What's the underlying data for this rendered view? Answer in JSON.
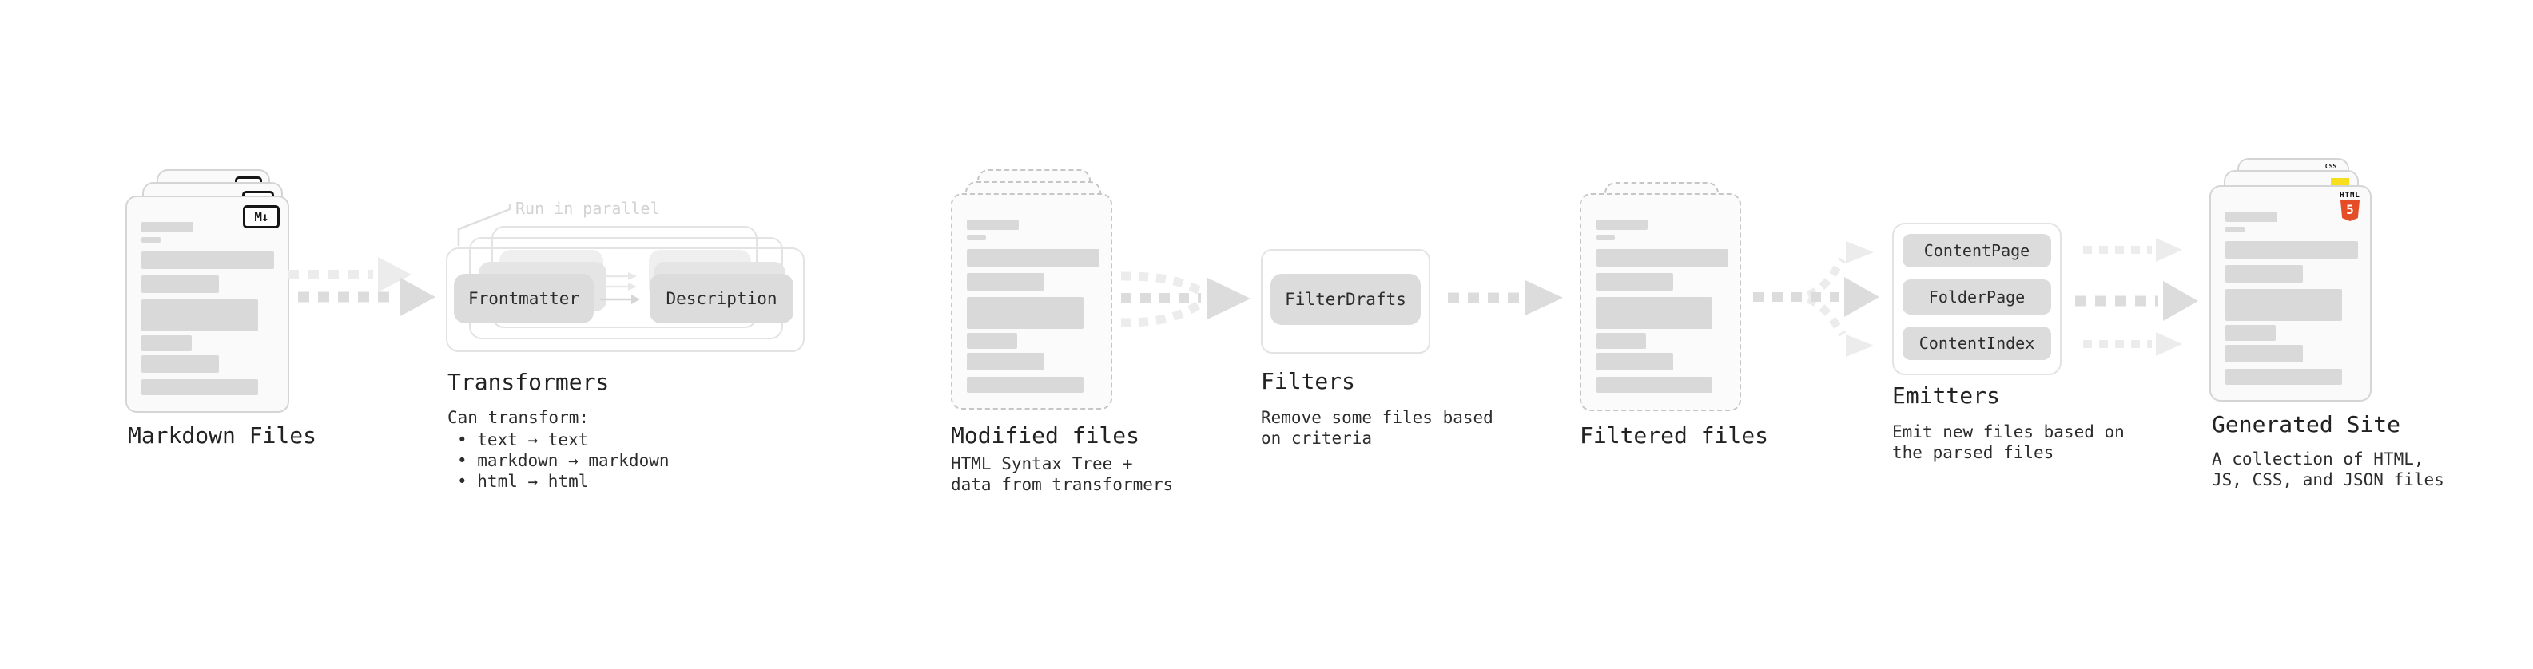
{
  "diagram": "static-site-generation-pipeline",
  "colors": {
    "card_border": "#d5d5d5",
    "dashed_border": "#c6c6c6",
    "skeleton_bar": "#d9d9d9",
    "chip_gray": "#dcdcdc",
    "arrow_gray": "#dcdcdc",
    "arrow_faint": "#ececec",
    "html_orange": "#e44d26",
    "js_yellow": "#f7df1e",
    "css_blue": "#2965f1"
  },
  "stages": {
    "markdown": {
      "label": "Markdown Files",
      "icon_label": "M↓"
    },
    "transformers": {
      "title": "Transformers",
      "annotation": "Run in parallel",
      "chip_a": "Frontmatter",
      "chip_b": "Description",
      "subtitle": "Can transform:",
      "bullets": [
        "• text → text",
        "• markdown → markdown",
        "• html → html"
      ]
    },
    "modified": {
      "label": "Modified files",
      "note_lines": [
        "HTML Syntax Tree +",
        "data from transformers"
      ]
    },
    "filters": {
      "title": "Filters",
      "chip": "FilterDrafts",
      "note_lines": [
        "Remove some files based",
        "on criteria"
      ]
    },
    "filtered": {
      "label": "Filtered files"
    },
    "emitters": {
      "title": "Emitters",
      "chips": [
        "ContentPage",
        "FolderPage",
        "ContentIndex"
      ],
      "note_lines": [
        "Emit new files based on",
        "the parsed files"
      ]
    },
    "generated": {
      "label": "Generated Site",
      "note_lines": [
        "A collection of HTML,",
        "JS, CSS, and JSON files"
      ],
      "badges": {
        "html_text": "HTML",
        "html_five": "5",
        "css_text": "CSS"
      }
    }
  }
}
